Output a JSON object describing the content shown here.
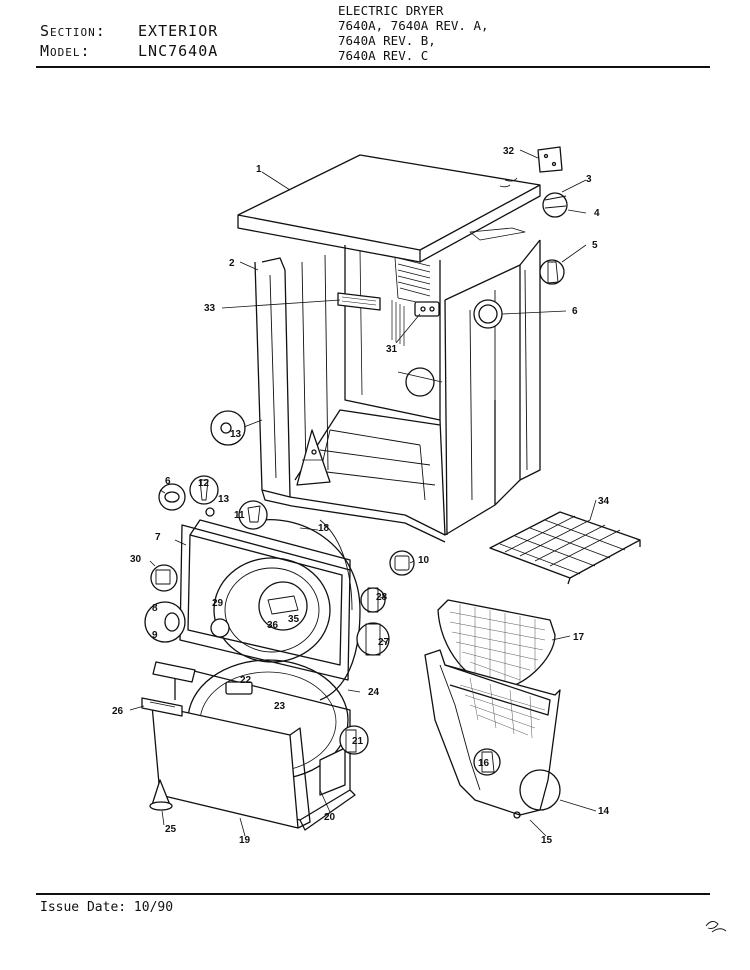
{
  "header": {
    "section_label": "Section:",
    "section_value": "EXTERIOR",
    "model_label": "Model:",
    "model_value": "LNC7640A",
    "product_lines": [
      "ELECTRIC DRYER",
      "7640A, 7640A REV. A,",
      "7640A REV. B,",
      "7640A REV. C"
    ]
  },
  "footer": {
    "issue_date": "Issue Date: 10/90"
  },
  "callouts": [
    "1",
    "2",
    "3",
    "4",
    "5",
    "6",
    "6",
    "7",
    "8",
    "9",
    "10",
    "11",
    "12",
    "13",
    "13",
    "14",
    "15",
    "16",
    "17",
    "18",
    "19",
    "20",
    "21",
    "22",
    "23",
    "24",
    "25",
    "26",
    "27",
    "28",
    "29",
    "30",
    "31",
    "32",
    "33",
    "34",
    "35",
    "36"
  ],
  "colors": {
    "ink": "#111111",
    "paper": "#ffffff",
    "mesh": "#555555"
  }
}
